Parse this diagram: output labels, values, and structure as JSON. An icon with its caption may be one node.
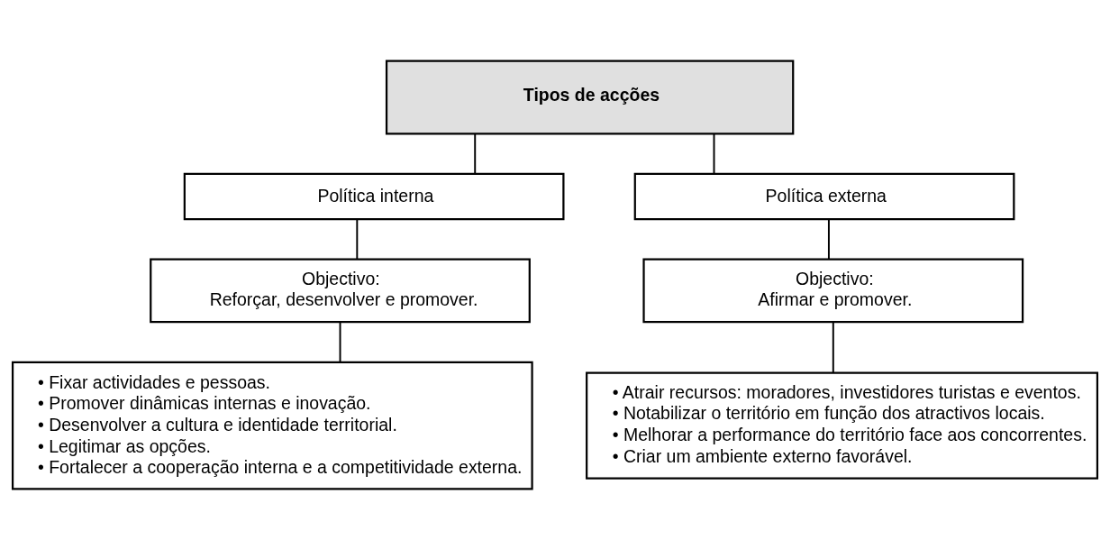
{
  "diagram": {
    "nodes": [
      {
        "text": [
          "Tipos de acções"
        ]
      },
      {
        "text": [
          "Política interna"
        ]
      },
      {
        "text": [
          "Política externa"
        ]
      },
      {
        "text": [
          "Objectivo:",
          "Reforçar, desenvolver e promover."
        ]
      },
      {
        "text": [
          "Objectivo:",
          "Afirmar e promover."
        ]
      },
      {
        "text": [
          "• Fixar actividades e pessoas.",
          "• Promover dinâmicas internas e inovação.",
          "• Desenvolver a cultura e identidade territorial.",
          "• Legitimar as opções.",
          "• Fortalecer a cooperação interna e a competitividade externa."
        ]
      },
      {
        "text": [
          "• Atrair recursos: moradores, investidores turistas e eventos.",
          "• Notabilizar o território em função dos atractivos locais.",
          "• Melhorar a performance do território face aos concorrentes.",
          "• Criar um ambiente externo favorável."
        ]
      }
    ],
    "edges": [
      {
        "from": 0,
        "to": 1,
        "arrow": "none"
      },
      {
        "from": 0,
        "to": 2,
        "arrow": "none"
      },
      {
        "from": 1,
        "to": 3,
        "arrow": "none"
      },
      {
        "from": 3,
        "to": 5,
        "arrow": "none"
      },
      {
        "from": 2,
        "to": 4,
        "arrow": "none"
      },
      {
        "from": 4,
        "to": 6,
        "arrow": "none"
      }
    ]
  }
}
